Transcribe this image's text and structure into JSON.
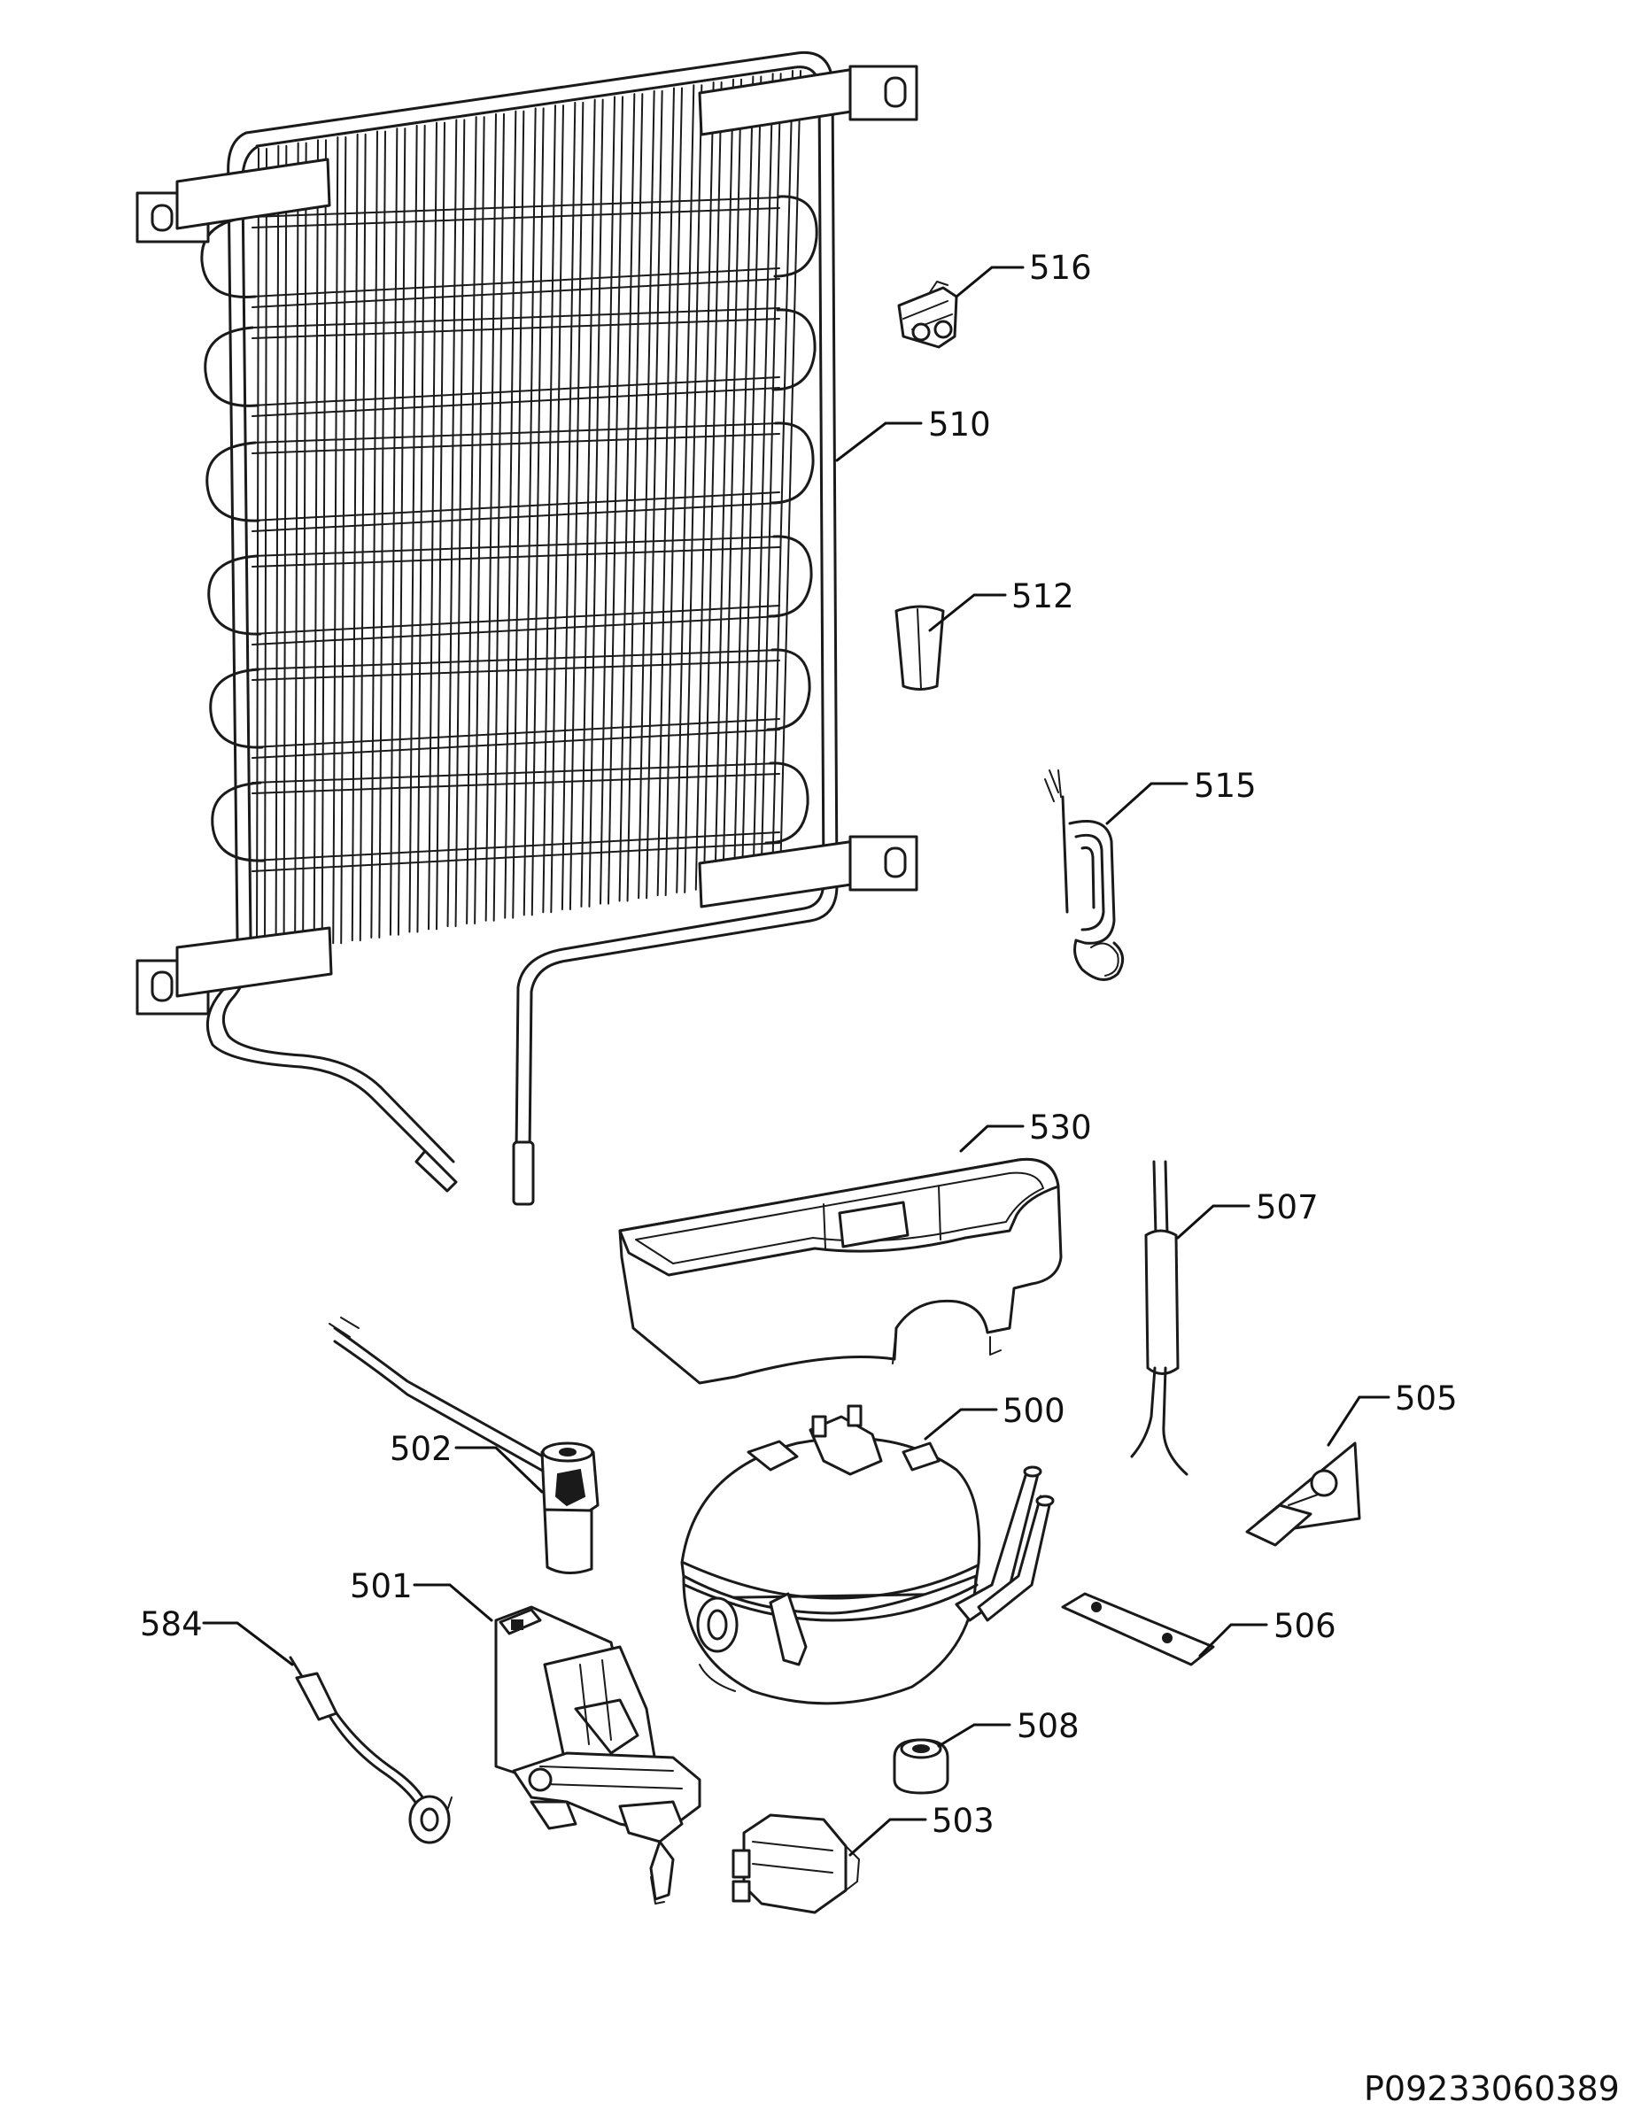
{
  "document_id": "P09233060389",
  "part_labels": {
    "p500": "500",
    "p501": "501",
    "p502": "502",
    "p503": "503",
    "p505": "505",
    "p506": "506",
    "p507": "507",
    "p508": "508",
    "p510": "510",
    "p512": "512",
    "p515": "515",
    "p516": "516",
    "p530": "530",
    "p584": "584"
  }
}
